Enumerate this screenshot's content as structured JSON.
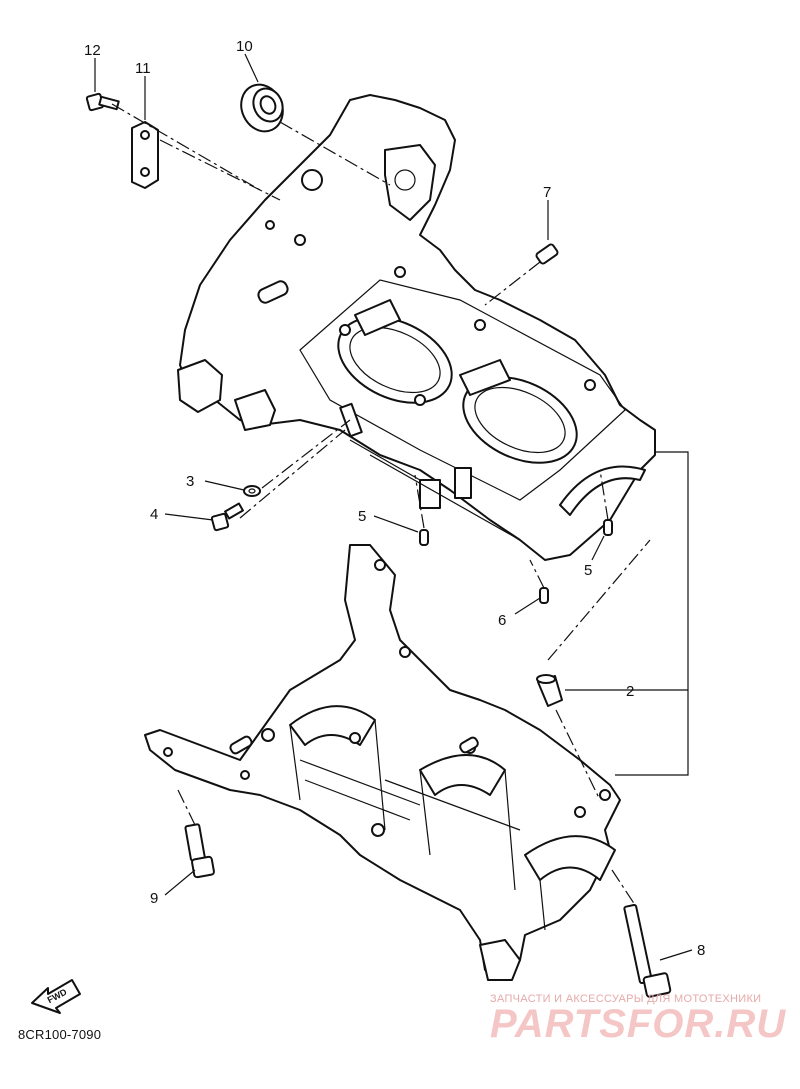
{
  "diagram": {
    "callouts": {
      "c1": "12",
      "c2": "11",
      "c3": "10",
      "c4": "7",
      "c5": "3",
      "c6": "4",
      "c7": "5",
      "c8": "5",
      "c9": "6",
      "c10": "2",
      "c11": "9",
      "c12": "8"
    },
    "fwd_label": "FWD",
    "drawing_code": "8CR100-7090"
  },
  "watermark": {
    "tagline": "ЗАПЧАСТИ И АКСЕССУАРЫ ДЛЯ МОТОТЕХНИКИ",
    "brand": "PARTSFOR.RU"
  }
}
